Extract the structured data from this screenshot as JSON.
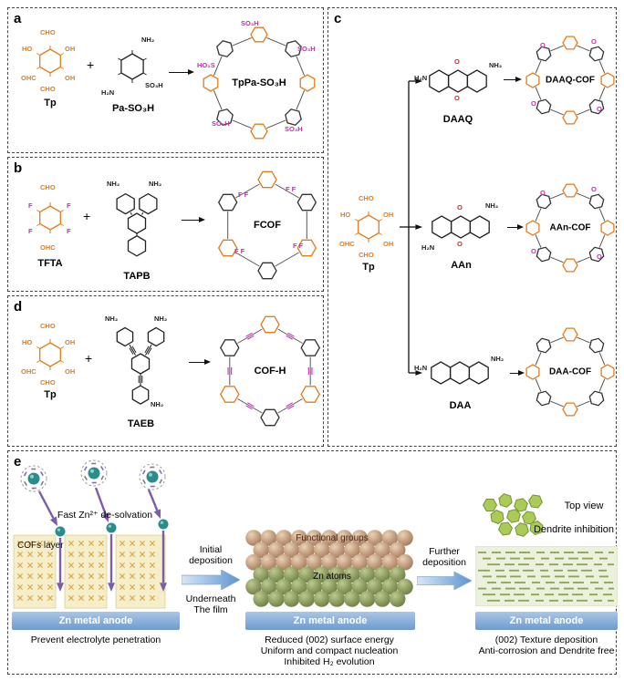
{
  "chem": {
    "cho": "CHO",
    "ohc": "OHC",
    "oh": "OH",
    "ho": "HO",
    "nh2": "NH₂",
    "h2n": "H₂N",
    "so3h": "SO₃H",
    "ho3s": "HO₃S",
    "f": "F",
    "ff": "F F",
    "o": "O",
    "plus": "+"
  },
  "panels": {
    "a": {
      "letter": "a",
      "reactant1": "Tp",
      "reactant2": "Pa-SO₃H",
      "product": "TpPa-SO₃H"
    },
    "b": {
      "letter": "b",
      "reactant1": "TFTA",
      "reactant2": "TAPB",
      "product": "FCOF"
    },
    "c": {
      "letter": "c",
      "core": "Tp",
      "rows": [
        {
          "amine": "DAAQ",
          "product": "DAAQ-COF"
        },
        {
          "amine": "AAn",
          "product": "AAn-COF"
        },
        {
          "amine": "DAA",
          "product": "DAA-COF"
        }
      ]
    },
    "d": {
      "letter": "d",
      "reactant1": "Tp",
      "reactant2": "TAEB",
      "product": "COF-H"
    },
    "e": {
      "letter": "e",
      "desolvation": "Fast Zn²⁺ de-solvation",
      "cofs_layer": "COFs layer",
      "anode": "Zn metal anode",
      "left_caption": "Prevent electrolyte penetration",
      "arrow1_line1": "Initial",
      "arrow1_line2": "deposition",
      "arrow1_line3": "Underneath",
      "arrow1_line4": "The film",
      "functional_groups": "Functional groups",
      "zn_atoms": "Zn atoms",
      "mid_captions": [
        "Reduced (002) surface energy",
        "Uniform and compact nucleation",
        "Inhibited H₂ evolution"
      ],
      "arrow2_line1": "Further",
      "arrow2_line2": "deposition",
      "top_view": "Top view",
      "dendrite": "Dendrite inhibition",
      "right_captions": [
        "(002) Texture deposition",
        "Anti-corrosion and Dendrite free"
      ]
    }
  },
  "colors": {
    "orange": "#e87a17",
    "magenta": "#e01ec8",
    "red": "#e02222",
    "anode_blue": "#6e9ace",
    "purple": "#7b5ea7",
    "cream": "#f5eecb",
    "tan_sphere": "#a07454",
    "green_sphere": "#68793f",
    "flake_green": "#abcb57",
    "teal": "#2b8c8c"
  }
}
